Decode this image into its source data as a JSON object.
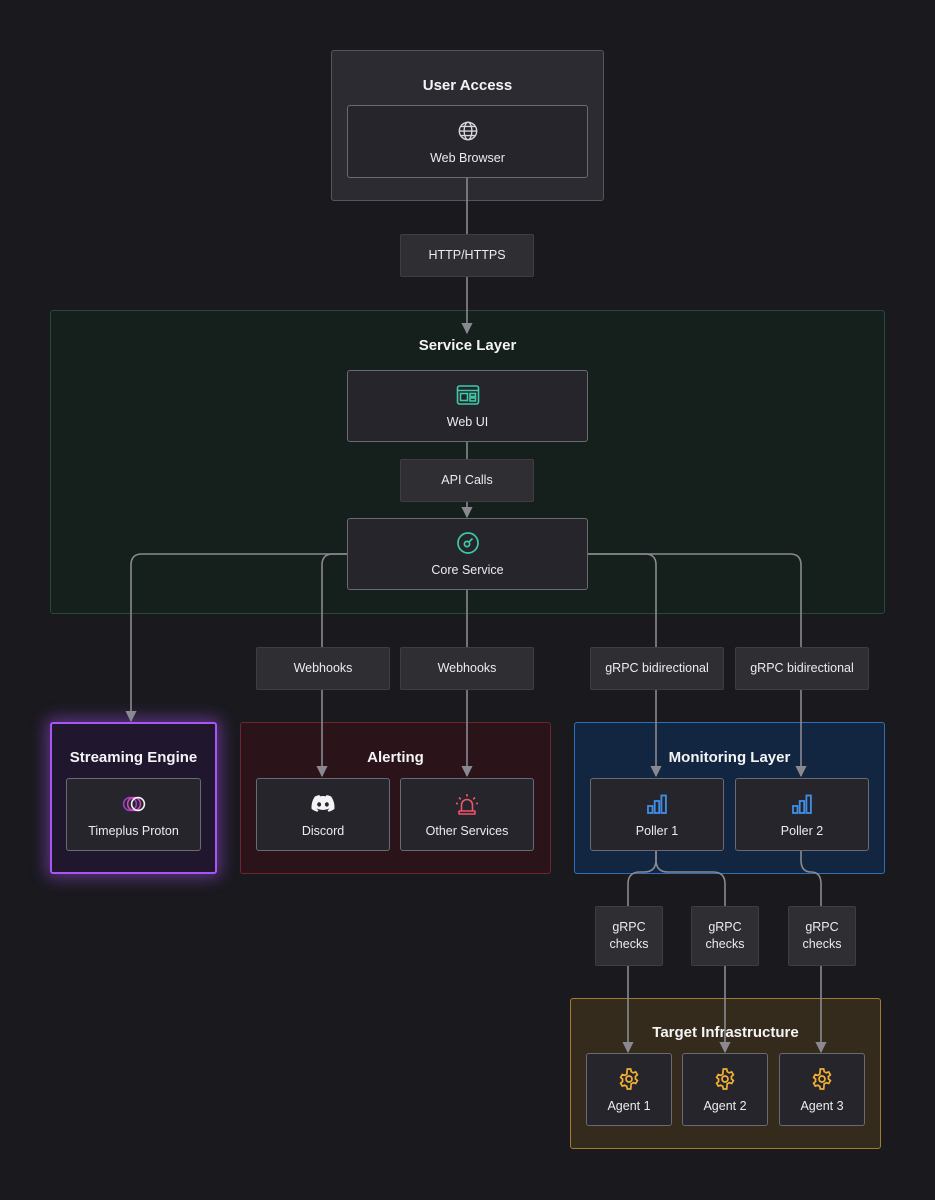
{
  "groups": {
    "user_access": {
      "title": "User Access"
    },
    "service_layer": {
      "title": "Service Layer"
    },
    "streaming_engine": {
      "title": "Streaming Engine"
    },
    "alerting": {
      "title": "Alerting"
    },
    "monitoring_layer": {
      "title": "Monitoring Layer"
    },
    "target_infrastructure": {
      "title": "Target Infrastructure"
    }
  },
  "nodes": {
    "web_browser": {
      "label": "Web Browser",
      "icon": "globe-icon"
    },
    "web_ui": {
      "label": "Web UI",
      "icon": "dashboard-icon"
    },
    "core_service": {
      "label": "Core Service",
      "icon": "gauge-icon"
    },
    "timeplus_proton": {
      "label": "Timeplus Proton",
      "icon": "rings-icon"
    },
    "discord": {
      "label": "Discord",
      "icon": "discord-icon"
    },
    "other_services": {
      "label": "Other Services",
      "icon": "siren-icon"
    },
    "poller_1": {
      "label": "Poller 1",
      "icon": "bar-chart-icon"
    },
    "poller_2": {
      "label": "Poller 2",
      "icon": "bar-chart-icon"
    },
    "agent_1": {
      "label": "Agent 1",
      "icon": "gear-icon"
    },
    "agent_2": {
      "label": "Agent 2",
      "icon": "gear-icon"
    },
    "agent_3": {
      "label": "Agent 3",
      "icon": "gear-icon"
    }
  },
  "edge_labels": {
    "http": "HTTP/HTTPS",
    "api_calls": "API Calls",
    "webhooks_1": "Webhooks",
    "webhooks_2": "Webhooks",
    "grpc_bidi_1": "gRPC bidirectional",
    "grpc_bidi_2": "gRPC bidirectional",
    "grpc_checks_1": "gRPC checks",
    "grpc_checks_2": "gRPC checks",
    "grpc_checks_3": "gRPC checks"
  },
  "colors": {
    "background": "#1a191e",
    "service_layer": "#2d6b52",
    "streaming_engine": "#a855f7",
    "alerting": "#8a2a33",
    "monitoring_layer": "#2f6fb8",
    "target_infrastructure": "#b88a2f",
    "icon_teal": "#3ec9a7",
    "icon_blue": "#3f8fe6",
    "icon_amber": "#f2b135",
    "icon_red": "#f0556a",
    "icon_pink": "#d946b8"
  }
}
